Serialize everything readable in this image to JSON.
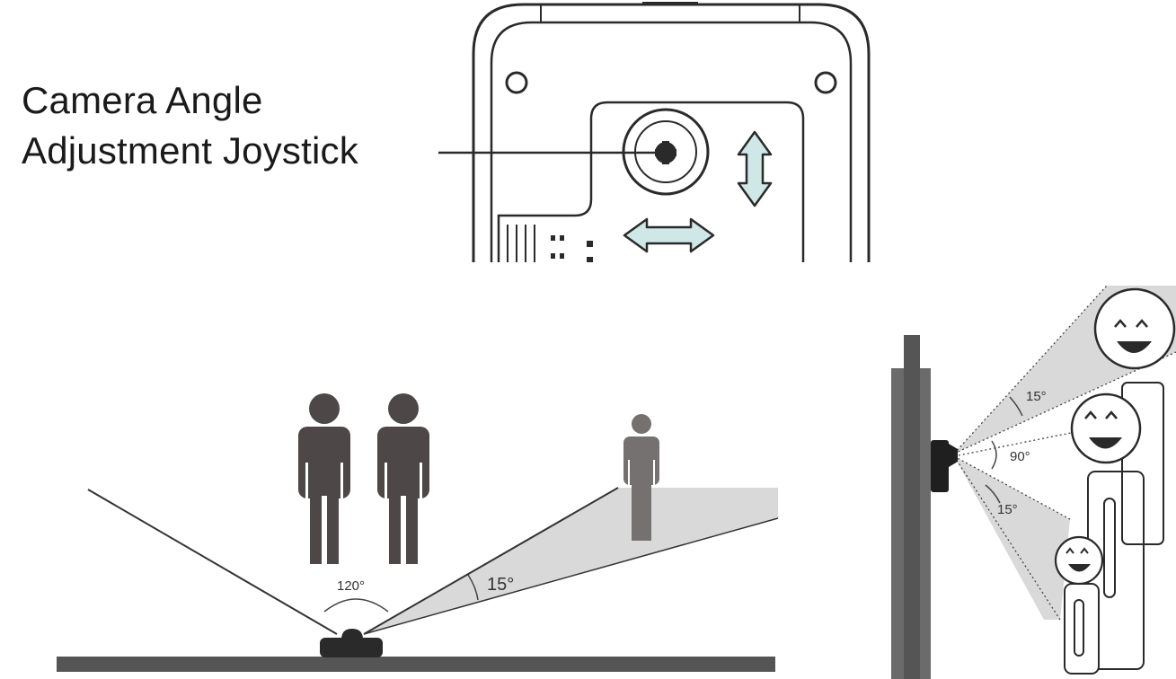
{
  "joystick_label": {
    "line1": "Camera Angle",
    "line2": "Adjustment Joystick"
  },
  "floor_view": {
    "field_angle": "120°",
    "tilt_angle": "15°"
  },
  "wall_view": {
    "upper_angle": "15°",
    "center_angle": "90°",
    "lower_angle": "15°"
  },
  "colors": {
    "outline": "#2a2a2a",
    "arrow_fill": "#cfe7e7",
    "figure_dark": "#4d4747",
    "figure_light": "#767171",
    "beam": "#d9d9d9",
    "floor": "#555555"
  }
}
